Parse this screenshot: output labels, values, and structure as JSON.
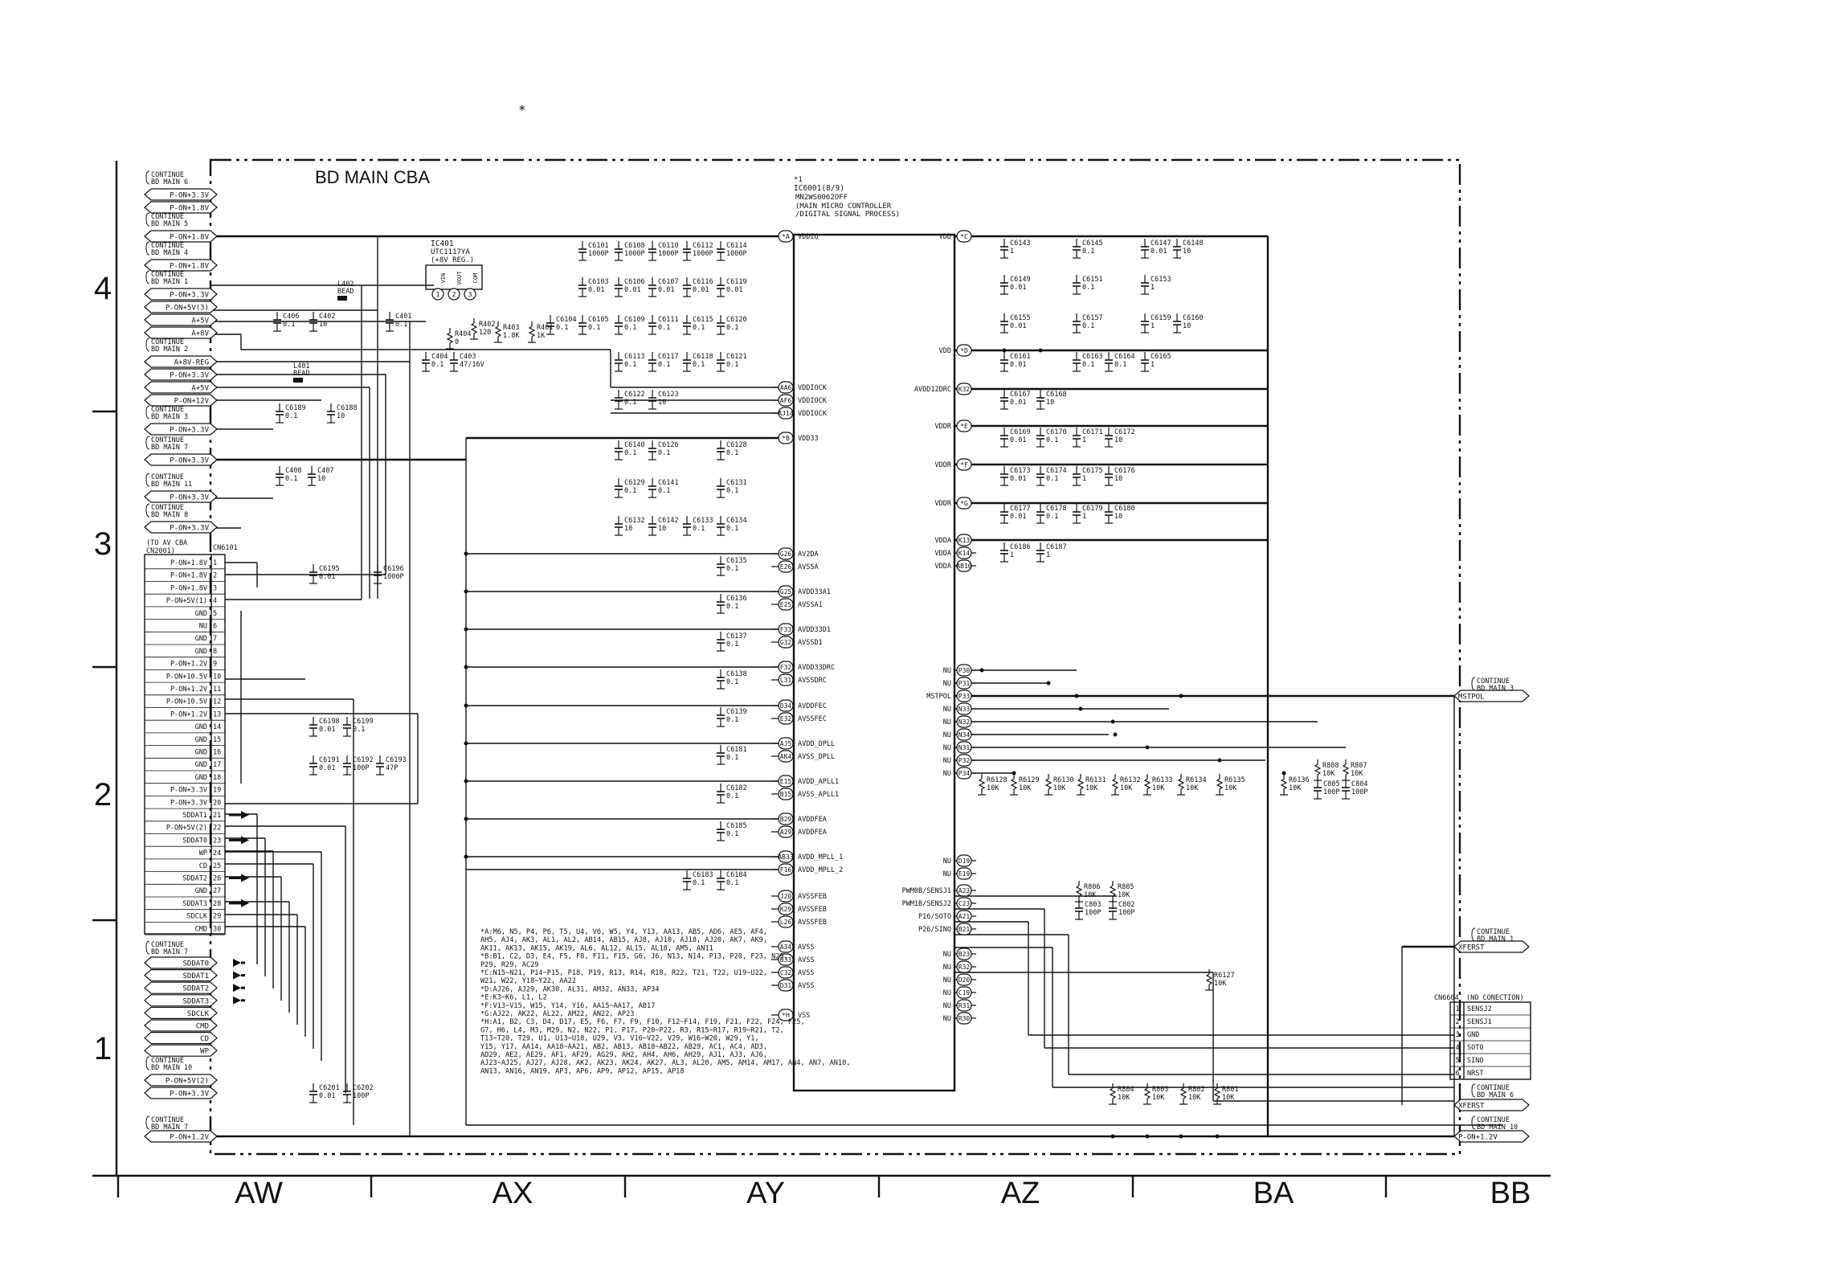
{
  "header": {
    "asterisk": "*"
  },
  "board": {
    "title": "BD MAIN CBA"
  },
  "ruler": {
    "columns": [
      "AW",
      "AX",
      "AY",
      "AZ",
      "BA",
      "BB"
    ],
    "rows": [
      "4",
      "3",
      "2",
      "1"
    ]
  },
  "ic_main": {
    "ref": "*1",
    "name": "IC6001(8/9)",
    "part": "MN2WS0062OFF",
    "desc1": "(MAIN MICRO CONTROLLER",
    "desc2": "/DIGITAL SIGNAL PROCESS)",
    "left_pins": [
      {
        "pin": "*A",
        "name": "VDDIO"
      },
      {
        "pin": "AA6",
        "name": "VDDIOCK"
      },
      {
        "pin": "AF6",
        "name": "VDDIOCK"
      },
      {
        "pin": "AJ14",
        "name": "VDDIOCK"
      },
      {
        "pin": "*B",
        "name": "VDD33"
      },
      {
        "pin": "G26",
        "name": "AV2DA"
      },
      {
        "pin": "E26",
        "name": "AVSSA"
      },
      {
        "pin": "G25",
        "name": "AVDD33A1"
      },
      {
        "pin": "E25",
        "name": "AVSSA1"
      },
      {
        "pin": "F33",
        "name": "AVDD33D1"
      },
      {
        "pin": "G32",
        "name": "AVSSD1"
      },
      {
        "pin": "F32",
        "name": "AVDD33DRC"
      },
      {
        "pin": "L31",
        "name": "AVSSDRC"
      },
      {
        "pin": "D34",
        "name": "AVDDFEC"
      },
      {
        "pin": "E32",
        "name": "AVSSFEC"
      },
      {
        "pin": "AJ5",
        "name": "AVDD_DPLL"
      },
      {
        "pin": "AK4",
        "name": "AVSS_DPLL"
      },
      {
        "pin": "E15",
        "name": "AVDD_APLL1"
      },
      {
        "pin": "B15",
        "name": "AVSS_APLL1"
      },
      {
        "pin": "B29",
        "name": "AVDDFEA"
      },
      {
        "pin": "A29",
        "name": "AVDDFEA"
      },
      {
        "pin": "AB33",
        "name": "AVDD_MPLL_1"
      },
      {
        "pin": "F16",
        "name": "AVDD_MPLL_2"
      },
      {
        "pin": "J20",
        "name": "AVSSFEB"
      },
      {
        "pin": "K29",
        "name": "AVSSFEB"
      },
      {
        "pin": "L26",
        "name": "AVSSFEB"
      },
      {
        "pin": "A34",
        "name": "AVSS"
      },
      {
        "pin": "B33",
        "name": "AVSS"
      },
      {
        "pin": "C32",
        "name": "AVSS"
      },
      {
        "pin": "D31",
        "name": "AVSS"
      },
      {
        "pin": "*H",
        "name": "VSS"
      }
    ],
    "right_pins": [
      {
        "pin": "*C",
        "name": "VDD"
      },
      {
        "pin": "*D",
        "name": "VDD"
      },
      {
        "pin": "K32",
        "name": "AVDD12DRC"
      },
      {
        "pin": "*E",
        "name": "VDDR"
      },
      {
        "pin": "*F",
        "name": "VDDR"
      },
      {
        "pin": "*G",
        "name": "VDDR"
      },
      {
        "pin": "K13",
        "name": "VDDA"
      },
      {
        "pin": "K14",
        "name": "VDDA"
      },
      {
        "pin": "AB16",
        "name": "VDDA"
      },
      {
        "pin": "P30",
        "name": "NU"
      },
      {
        "pin": "P31",
        "name": "NU"
      },
      {
        "pin": "P33",
        "name": "MSTPOL"
      },
      {
        "pin": "N33",
        "name": "NU"
      },
      {
        "pin": "N32",
        "name": "NU"
      },
      {
        "pin": "N34",
        "name": "NU"
      },
      {
        "pin": "N31",
        "name": "NU"
      },
      {
        "pin": "P32",
        "name": "NU"
      },
      {
        "pin": "P34",
        "name": "NU"
      },
      {
        "pin": "D19",
        "name": "NU"
      },
      {
        "pin": "E19",
        "name": "NU"
      },
      {
        "pin": "A23",
        "name": "PWM0B/SENSJ1"
      },
      {
        "pin": "C23",
        "name": "PWM1B/SENSJ2"
      },
      {
        "pin": "A21",
        "name": "P16/SOTO"
      },
      {
        "pin": "B21",
        "name": "P26/SINO"
      },
      {
        "pin": "B23",
        "name": "NU"
      },
      {
        "pin": "R32",
        "name": "NU"
      },
      {
        "pin": "D20",
        "name": "NU"
      },
      {
        "pin": "C19",
        "name": "NU"
      },
      {
        "pin": "R31",
        "name": "NU"
      },
      {
        "pin": "R30",
        "name": "NU"
      }
    ]
  },
  "regulator": {
    "ref": "IC401",
    "part": "UTC1117YA",
    "desc": "(+8V REG.)",
    "pins": [
      {
        "n": "1",
        "name": "VIN"
      },
      {
        "n": "2",
        "name": "VOUT"
      },
      {
        "n": "3",
        "name": "COM"
      }
    ]
  },
  "left_offpage": [
    {
      "note1": "CONTINUE",
      "note2": "BD MAIN 6",
      "nets": [
        "P-ON+3.3V",
        "P-ON+1.8V"
      ]
    },
    {
      "note1": "CONTINUE",
      "note2": "BD MAIN 5",
      "nets": [
        "P-ON+1.8V"
      ]
    },
    {
      "note1": "CONTINUE",
      "note2": "BD MAIN 4",
      "nets": [
        "P-ON+1.8V"
      ]
    },
    {
      "note1": "CONTINUE",
      "note2": "BD MAIN 1",
      "nets": [
        "P-ON+3.3V",
        "P-ON+5V(3)",
        "A+5V",
        "A+8V"
      ]
    },
    {
      "note1": "CONTINUE",
      "note2": "BD MAIN 2",
      "nets": [
        "A+8V-REG",
        "P-ON+3.3V",
        "A+5V",
        "P-ON+12V"
      ]
    },
    {
      "note1": "CONTINUE",
      "note2": "BD MAIN 3",
      "nets": [
        "P-ON+3.3V"
      ]
    },
    {
      "note1": "CONTINUE",
      "note2": "BD MAIN 7",
      "nets": [
        "P-ON+3.3V"
      ]
    },
    {
      "note1": "CONTINUE",
      "note2": "BD MAIN 11",
      "nets": [
        "P-ON+3.3V"
      ]
    },
    {
      "note1": "CONTINUE",
      "note2": "BD MAIN 8",
      "nets": [
        "P-ON+3.3V"
      ]
    }
  ],
  "cn6101": {
    "ref": "CN6101",
    "note1": "(TO AV CBA",
    "note2": "CN2001)",
    "pins": [
      "P-ON+1.8V",
      "P-ON+1.8V",
      "P-ON+1.8V",
      "P-ON+5V(1)",
      "GND",
      "NU",
      "GND",
      "GND",
      "P-ON+1.2V",
      "P-ON+10.5V",
      "P-ON+1.2V",
      "P-ON+10.5V",
      "P-ON+1.2V",
      "GND",
      "GND",
      "GND",
      "GND",
      "GND",
      "P-ON+3.3V",
      "P-ON+3.3V",
      "SDDAT1",
      "P-ON+5V(2)",
      "SDDAT0",
      "WP",
      "CD",
      "SDDAT2",
      "GND",
      "SDDAT3",
      "SDCLK",
      "CMD"
    ]
  },
  "left_bottom": {
    "block1": {
      "note1": "CONTINUE",
      "note2": "BD MAIN 7",
      "nets": [
        "SDDAT0",
        "SDDAT1",
        "SDDAT2",
        "SDDAT3",
        "SDCLK",
        "CMD",
        "CD",
        "WP"
      ]
    },
    "block2": {
      "note1": "CONTINUE",
      "note2": "BD MAIN 10",
      "nets": [
        "P-ON+5V(2)",
        "P-ON+3.3V"
      ]
    },
    "block3": {
      "note1": "CONTINUE",
      "note2": "BD MAIN 7",
      "nets": [
        "P-ON+1.2V"
      ]
    }
  },
  "right_offpage": [
    {
      "note1": "CONTINUE",
      "note2": "BD MAIN 3",
      "net": "MSTPOL"
    },
    {
      "note1": "CONTINUE",
      "note2": "BD MAIN 1",
      "net": "XFERST"
    },
    {
      "note1": "CONTINUE",
      "note2": "BD MAIN 6",
      "net": "XFERST"
    },
    {
      "note1": "CONTINUE",
      "note2": "BD MAIN 10",
      "net": "P-ON+1.2V"
    }
  ],
  "cn6604": {
    "ref": "CN6604",
    "note": "(NO CONECTION)",
    "pins": [
      "SENSJ2",
      "SENSJ1",
      "GND",
      "SOTO",
      "SINO",
      "NRST"
    ]
  },
  "components": {
    "L402": {
      "ref": "L402",
      "val": "BEAD"
    },
    "L401": {
      "ref": "L401",
      "val": "BEAD"
    },
    "C406": {
      "ref": "C406",
      "val": "0.1"
    },
    "C402": {
      "ref": "C402",
      "val": "10"
    },
    "C401": {
      "ref": "C401",
      "val": "0.1"
    },
    "C404": {
      "ref": "C404",
      "val": "0.1"
    },
    "C403": {
      "ref": "C403",
      "val": "47/16V"
    },
    "R404": {
      "ref": "R404",
      "val": "0"
    },
    "R402": {
      "ref": "R402",
      "val": "120"
    },
    "R403": {
      "ref": "R403",
      "val": "1.8K"
    },
    "R401": {
      "ref": "R401",
      "val": "1K"
    },
    "C6189": {
      "ref": "C6189",
      "val": "0.1"
    },
    "C6188": {
      "ref": "C6188",
      "val": "10"
    },
    "C408": {
      "ref": "C408",
      "val": "0.1"
    },
    "C407": {
      "ref": "C407",
      "val": "10"
    },
    "C6195": {
      "ref": "C6195",
      "val": "0.01"
    },
    "C6196": {
      "ref": "C6196",
      "val": "1000P"
    },
    "C6198": {
      "ref": "C6198",
      "val": "0.01"
    },
    "C6199": {
      "ref": "C6199",
      "val": "0.1"
    },
    "C6191": {
      "ref": "C6191",
      "val": "0.01"
    },
    "C6192": {
      "ref": "C6192",
      "val": "100P"
    },
    "C6193": {
      "ref": "C6193",
      "val": "47P"
    },
    "C6201": {
      "ref": "C6201",
      "val": "0.01"
    },
    "C6202": {
      "ref": "C6202",
      "val": "100P"
    }
  },
  "caps_vddio": [
    {
      "ref": "C6101",
      "val": "1000P"
    },
    {
      "ref": "C6108",
      "val": "1000P"
    },
    {
      "ref": "C6110",
      "val": "1000P"
    },
    {
      "ref": "C6112",
      "val": "1000P"
    },
    {
      "ref": "C6114",
      "val": "1000P"
    },
    {
      "ref": "C6103",
      "val": "0.01"
    },
    {
      "ref": "C6106",
      "val": "0.01"
    },
    {
      "ref": "C6107",
      "val": "0.01"
    },
    {
      "ref": "C6116",
      "val": "0.01"
    },
    {
      "ref": "C6119",
      "val": "0.01"
    },
    {
      "ref": "C6104",
      "val": "0.1"
    },
    {
      "ref": "C6105",
      "val": "0.1"
    },
    {
      "ref": "C6109",
      "val": "0.1"
    },
    {
      "ref": "C6111",
      "val": "0.1"
    },
    {
      "ref": "C6115",
      "val": "0.1"
    },
    {
      "ref": "C6120",
      "val": "0.1"
    },
    {
      "ref": "C6113",
      "val": "0.1"
    },
    {
      "ref": "C6117",
      "val": "0.1"
    },
    {
      "ref": "C6118",
      "val": "0.1"
    },
    {
      "ref": "C6121",
      "val": "0.1"
    },
    {
      "ref": "C6122",
      "val": "0.1"
    },
    {
      "ref": "C6123",
      "val": "10"
    }
  ],
  "caps_vdd33": [
    {
      "ref": "C6140",
      "val": "0.1"
    },
    {
      "ref": "C6126",
      "val": "0.1"
    },
    {
      "ref": "C6128",
      "val": "0.1"
    },
    {
      "ref": "C6129",
      "val": "0.1"
    },
    {
      "ref": "C6141",
      "val": "0.1"
    },
    {
      "ref": "C6131",
      "val": "0.1"
    },
    {
      "ref": "C6132",
      "val": "10"
    },
    {
      "ref": "C6142",
      "val": "10"
    },
    {
      "ref": "C6133",
      "val": "0.1"
    },
    {
      "ref": "C6134",
      "val": "0.1"
    }
  ],
  "caps_analog": [
    {
      "ref": "C6135",
      "val": "0.1"
    },
    {
      "ref": "C6136",
      "val": "0.1"
    },
    {
      "ref": "C6137",
      "val": "0.1"
    },
    {
      "ref": "C6138",
      "val": "0.1"
    },
    {
      "ref": "C6139",
      "val": "0.1"
    },
    {
      "ref": "C6181",
      "val": "0.1"
    },
    {
      "ref": "C6182",
      "val": "0.1"
    },
    {
      "ref": "C6185",
      "val": "0.1"
    },
    {
      "ref": "C6183",
      "val": "0.1"
    },
    {
      "ref": "C6184",
      "val": "0.1"
    }
  ],
  "caps_right": [
    {
      "ref": "C6143",
      "val": "1"
    },
    {
      "ref": "C6145",
      "val": "0.1"
    },
    {
      "ref": "C6147",
      "val": "0.01"
    },
    {
      "ref": "C6148",
      "val": "10"
    },
    {
      "ref": "C6149",
      "val": "0.01"
    },
    {
      "ref": "C6151",
      "val": "0.1"
    },
    {
      "ref": "C6153",
      "val": "1"
    },
    {
      "ref": "C6155",
      "val": "0.01"
    },
    {
      "ref": "C6157",
      "val": "0.1"
    },
    {
      "ref": "C6159",
      "val": "1"
    },
    {
      "ref": "C6160",
      "val": "10"
    },
    {
      "ref": "C6161",
      "val": "0.01"
    },
    {
      "ref": "C6163",
      "val": "0.1"
    },
    {
      "ref": "C6164",
      "val": "0.1"
    },
    {
      "ref": "C6165",
      "val": "1"
    },
    {
      "ref": "C6167",
      "val": "0.01"
    },
    {
      "ref": "C6168",
      "val": "10"
    },
    {
      "ref": "C6169",
      "val": "0.01"
    },
    {
      "ref": "C6170",
      "val": "0.1"
    },
    {
      "ref": "C6171",
      "val": "1"
    },
    {
      "ref": "C6172",
      "val": "10"
    },
    {
      "ref": "C6173",
      "val": "0.01"
    },
    {
      "ref": "C6174",
      "val": "0.1"
    },
    {
      "ref": "C6175",
      "val": "1"
    },
    {
      "ref": "C6176",
      "val": "10"
    },
    {
      "ref": "C6177",
      "val": "0.01"
    },
    {
      "ref": "C6178",
      "val": "0.1"
    },
    {
      "ref": "C6179",
      "val": "1"
    },
    {
      "ref": "C6180",
      "val": "10"
    },
    {
      "ref": "C6186",
      "val": "1"
    },
    {
      "ref": "C6187",
      "val": "1"
    }
  ],
  "pulldowns": [
    {
      "ref": "R6128",
      "val": "10K"
    },
    {
      "ref": "R6129",
      "val": "10K"
    },
    {
      "ref": "R6130",
      "val": "10K"
    },
    {
      "ref": "R6131",
      "val": "10K"
    },
    {
      "ref": "R6132",
      "val": "10K"
    },
    {
      "ref": "R6133",
      "val": "10K"
    },
    {
      "ref": "R6134",
      "val": "10K"
    },
    {
      "ref": "R6135",
      "val": "10K"
    },
    {
      "ref": "R6136",
      "val": "10K"
    }
  ],
  "misc_parts": {
    "R808": {
      "ref": "R808",
      "val": "10K"
    },
    "R807": {
      "ref": "R807",
      "val": "10K"
    },
    "C805": {
      "ref": "C805",
      "val": "100P"
    },
    "C804": {
      "ref": "C804",
      "val": "100P"
    },
    "R806": {
      "ref": "R806",
      "val": "10K"
    },
    "R805": {
      "ref": "R805",
      "val": "10K"
    },
    "C803": {
      "ref": "C803",
      "val": "100P"
    },
    "C802": {
      "ref": "C802",
      "val": "100P"
    },
    "R6127": {
      "ref": "R6127",
      "val": "10K"
    },
    "R804": {
      "ref": "R804",
      "val": "10K"
    },
    "R803": {
      "ref": "R803",
      "val": "10K"
    },
    "R802": {
      "ref": "R802",
      "val": "10K"
    },
    "R801": {
      "ref": "R801",
      "val": "10K"
    }
  },
  "notes": [
    "*A:M6, N5, P4, P6, T5, U4, V6, W5, Y4, Y13, AA13, AB5, AD6, AE5, AF4,",
    "AH5, AJ4, AK3, AL1, AL2, AB14, AB15, AJ8, AJ10, AJ18, AJ20, AK7, AK9,",
    "AK11, AK13, AK15, AK19, AL6, AL12, AL15, AL18, AM5, AN11",
    "*B:B1, C2, D3, E4, F5, F8, F11, F15, G6, J6, N13, N14, P13, P20, F23, N29,",
    "P29, R29, AC29",
    "*C:N15~N21, P14~P15, P18, P19, R13, R14, R18, R22, T21, T22, U19~U22,",
    "W21, W22, Y18~Y22, AA22",
    "*D:AJ26, AJ29, AK30, AL31, AM32, AN33, AP34",
    "*E:K3~K6, L1, L2",
    "*F:V13~V15, W15, Y14, Y16, AA15~AA17, AB17",
    "*G:AJ22, AK22, AL22, AM22, AN22, AP23",
    "*H:A1, B2, C3, D4, D17, E5, F6, F7, F9, F10, F12~F14, F19, F21, F22, F24, F25,",
    "G7, H6, L4, M3, M29, N2, N22, P1, P17, P20~P22, R3, R15~R17, R19~R21, T2,",
    "T13~T20, T29, U1, U13~U18, U29, V3, V16~V22, V29, W16~W20, W29, Y1,",
    "Y15, Y17, AA14, AA18~AA21, AB2, AB13, AB18~AB22, AB29, AC1, AC4, AD3,",
    "AD29, AE2, AE29, AF1, AF29, AG29, AH2, AH4, AH6, AH29, AJ1, AJ3, AJ6,",
    "AJ23~AJ25, AJ27, AJ28, AK2, AK23, AK24, AK27, AL3, AL20, AM5, AM14, AM17, AN4, AN7, AN10,",
    "AN13, AN16, AN19, AP3, AP6, AP9, AP12, AP15, AP18"
  ]
}
